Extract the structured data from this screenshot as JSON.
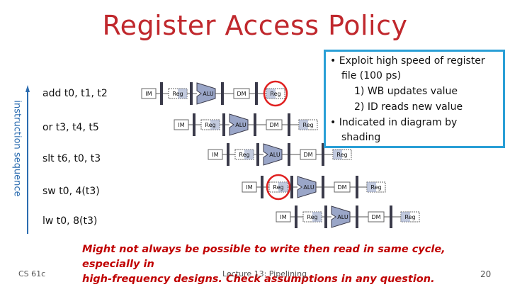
{
  "slide": {
    "title": "Register Access Policy",
    "vertical_label": "instruction sequence",
    "instructions": [
      "add t0, t1, t2",
      "or t3, t4, t5",
      "slt t6, t0, t3",
      "sw t0, 4(t3)",
      "lw t0, 8(t3)"
    ],
    "stage_labels": {
      "im": "IM",
      "reg": "Reg",
      "alu": "ALU",
      "dm": "DM"
    },
    "callout": {
      "bullet1": "Exploit high speed of register",
      "bullet1_cont": "file (100 ps)",
      "sub1": "1)     WB updates value",
      "sub2": "2)     ID reads new value",
      "bullet2": "Indicated in diagram by",
      "bullet2_cont": "shading"
    },
    "warning_line1": "Might not always be possible to write then read in same cycle, especially in",
    "warning_line2": "high-frequency designs. Check assumptions in any question.",
    "footer_left": "CS 61c",
    "footer_center": "Lecture 13: Pipelining",
    "page_number": "20"
  },
  "colors": {
    "title": "#c0282d",
    "label": "#2b6cb0",
    "callout_border": "#2a9fd6",
    "warning": "#c00000",
    "highlight_circle": "#e02020",
    "stage_dark": "#3a3a4a",
    "stage_light": "#9aa6c8"
  }
}
